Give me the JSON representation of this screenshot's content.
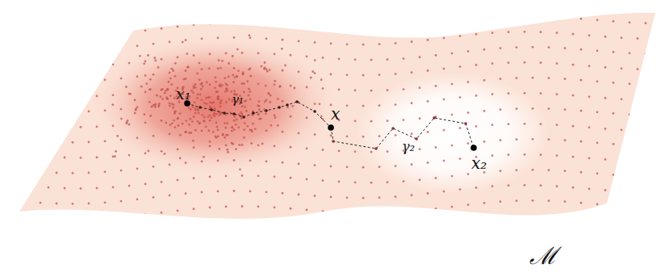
{
  "diagram": {
    "labels": [
      "x₁",
      "γ₁",
      "x",
      "γ₂",
      "x₂",
      "ℳ"
    ]
  }
}
